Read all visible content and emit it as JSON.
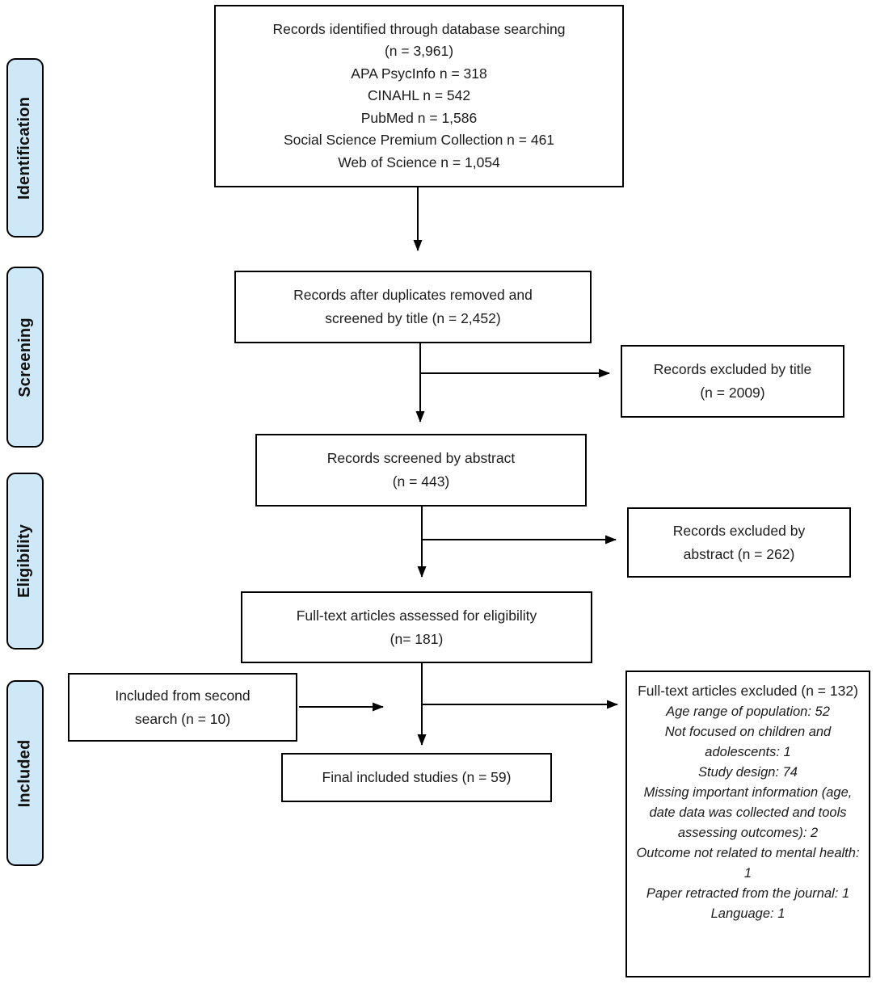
{
  "diagram_type": "PRISMA flow diagram",
  "colors": {
    "stage_fill": "#cfe8f7",
    "box_fill": "#ffffff",
    "border": "#000000",
    "text": "#1c1c1c"
  },
  "sidebar": {
    "stages": [
      {
        "label": "Identification"
      },
      {
        "label": "Screening"
      },
      {
        "label": "Eligibility"
      },
      {
        "label": "Included"
      }
    ]
  },
  "boxes": {
    "identification": {
      "lines": [
        "Records identified through database searching",
        "(n = 3,961)",
        "APA PsycInfo n = 318",
        "CINAHL n = 542",
        "PubMed n = 1,586",
        "Social Science Premium Collection n = 461",
        "Web of Science n = 1,054"
      ]
    },
    "duplicates": {
      "lines": [
        "Records after duplicates removed and",
        "screened by title (n = 2,452)"
      ]
    },
    "excluded_title": {
      "lines": [
        "Records excluded by title",
        "(n = 2009)"
      ]
    },
    "abstract": {
      "lines": [
        "Records screened by abstract",
        "(n = 443)"
      ]
    },
    "excluded_abstract": {
      "lines": [
        "Records excluded by",
        "abstract (n = 262)"
      ]
    },
    "fulltext": {
      "lines": [
        "Full-text articles assessed for eligibility",
        "(n= 181)"
      ]
    },
    "second_search": {
      "lines": [
        "Included from second",
        "search (n = 10)"
      ]
    },
    "final": {
      "lines": [
        "Final included studies (n = 59)"
      ]
    },
    "fulltext_excluded": {
      "title": "Full-text articles excluded (n = 132)",
      "reasons": [
        "Age range of population: 52",
        "Not focused on children and adolescents: 1",
        "Study design: 74",
        "Missing important information (age, date data was collected and tools assessing outcomes): 2",
        "Outcome not related to mental health: 1",
        "Paper retracted from the journal: 1",
        "Language: 1"
      ]
    }
  }
}
